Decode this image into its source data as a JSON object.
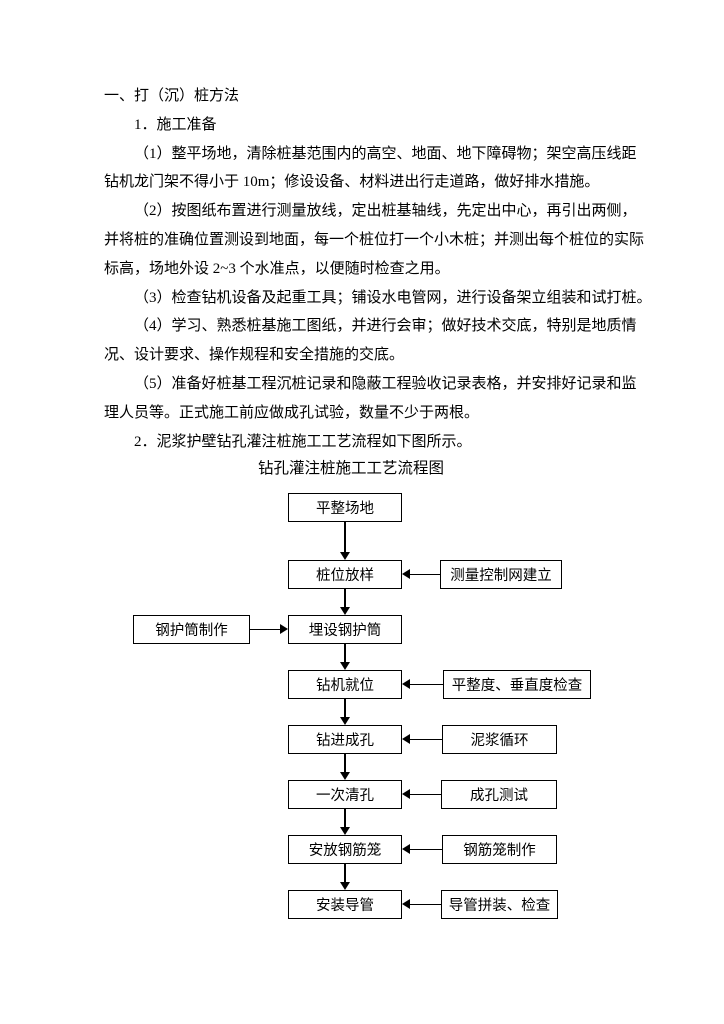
{
  "style": {
    "paper_color": "#ffffff",
    "ink_color": "#000000"
  },
  "document": {
    "lines": [
      "一、打（沉）桩方法",
      "1．施工准备",
      "（1）整平场地，清除桩基范围内的高空、地面、地下障碍物；架空高压线距",
      "钻机龙门架不得小于 10m；修设设备、材料进出行走道路，做好排水措施。",
      "（2）按图纸布置进行测量放线，定出桩基轴线，先定出中心，再引出两侧，",
      "并将桩的准确位置测设到地面，每一个桩位打一个小木桩；并测出每个桩位的实际",
      "标高，场地外设 2~3 个水准点，以便随时检查之用。",
      "（3）检查钻机设备及起重工具；铺设水电管网，进行设备架立组装和试打桩。",
      "（4）学习、熟悉桩基施工图纸，并进行会审；做好技术交底，特别是地质情",
      "况、设计要求、操作规程和安全措施的交底。",
      "（5）准备好桩基工程沉桩记录和隐蔽工程验收记录表格，并安排好记录和监",
      "理人员等。正式施工前应做成孔试验，数量不少于两根。",
      "2．泥浆护壁钻孔灌注桩施工工艺流程如下图所示。"
    ]
  },
  "flowchart": {
    "title": "钻孔灌注桩施工工艺流程图",
    "main_steps": [
      "平整场地",
      "桩位放样",
      "埋设钢护筒",
      "钻机就位",
      "钻进成孔",
      "一次清孔",
      "安放钢筋笼",
      "安装导管"
    ],
    "side_inputs": [
      {
        "label": "测量控制网建立",
        "target": "桩位放样",
        "side": "right"
      },
      {
        "label": "钢护筒制作",
        "target": "埋设钢护筒",
        "side": "left"
      },
      {
        "label": "平整度、垂直度检查",
        "target": "钻机就位",
        "side": "right"
      },
      {
        "label": "泥浆循环",
        "target": "钻进成孔",
        "side": "right"
      },
      {
        "label": "成孔测试",
        "target": "一次清孔",
        "side": "right"
      },
      {
        "label": "钢筋笼制作",
        "target": "安放钢筋笼",
        "side": "right"
      },
      {
        "label": "导管拼装、检查",
        "target": "安装导管",
        "side": "right"
      }
    ]
  }
}
